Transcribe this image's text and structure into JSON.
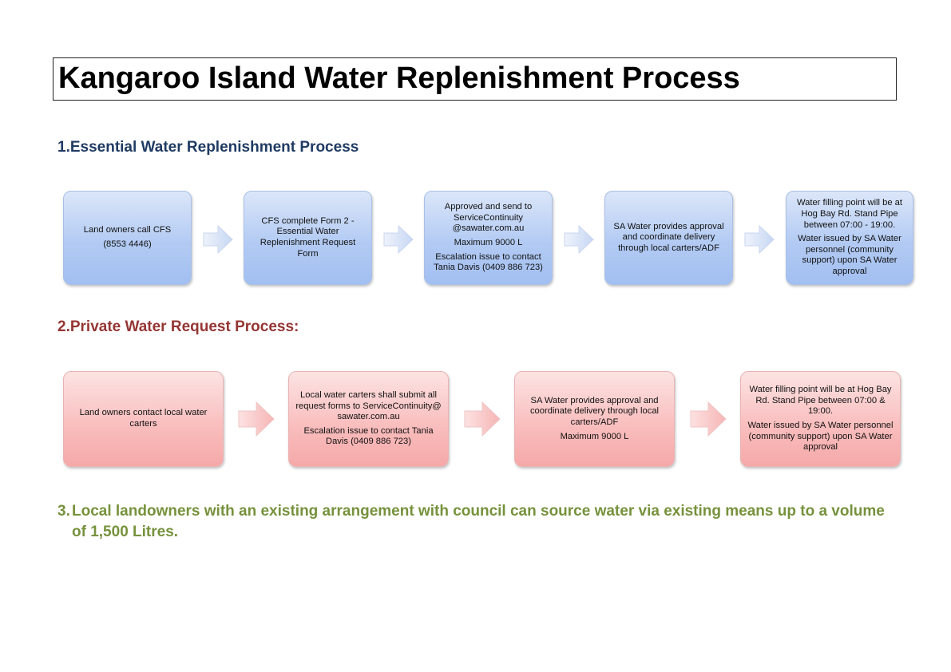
{
  "title": "Kangaroo Island Water Replenishment Process",
  "sections": {
    "essential": {
      "heading": "1.Essential Water Replenishment Process",
      "steps": [
        {
          "lines": [
            "Land owners call CFS",
            "(8553 4446)"
          ]
        },
        {
          "lines": [
            "CFS complete Form 2 - Essential Water Replenishment Request Form"
          ]
        },
        {
          "lines": [
            "Approved and send to ServiceContinuity @sawater.com.au",
            "Maximum 9000 L",
            "Escalation issue to contact Tania Davis (0409 886 723)"
          ]
        },
        {
          "lines": [
            "SA Water provides approval and coordinate delivery through local carters/ADF"
          ]
        },
        {
          "lines": [
            "Water filling point will be at Hog Bay Rd. Stand Pipe between 07:00 - 19:00.",
            "Water issued by SA Water personnel (community support) upon SA Water approval"
          ]
        }
      ]
    },
    "private": {
      "heading": "2.Private Water Request Process:",
      "steps": [
        {
          "lines": [
            "Land owners contact local water carters"
          ]
        },
        {
          "lines": [
            "Local water carters shall submit all request forms to ServiceContinuity@ sawater.com.au",
            "Escalation issue to contact Tania Davis (0409 886 723)"
          ]
        },
        {
          "lines": [
            "SA Water provides approval and coordinate delivery through local carters/ADF",
            "Maximum 9000 L"
          ]
        },
        {
          "lines": [
            "Water filling point will be at Hog Bay Rd. Stand Pipe between 07:00 & 19:00.",
            "Water issued by SA Water personnel (community support) upon SA Water approval"
          ]
        }
      ]
    },
    "local": {
      "number": "3.",
      "text": "Local landowners with an existing arrangement with council can source water via existing means up to a volume of 1,500 Litres."
    }
  },
  "colors": {
    "heading1": "#1f3b63",
    "heading2": "#943634",
    "heading3": "#76923c",
    "blue_box": "#b3cbf3",
    "red_box": "#f9bcbc"
  }
}
